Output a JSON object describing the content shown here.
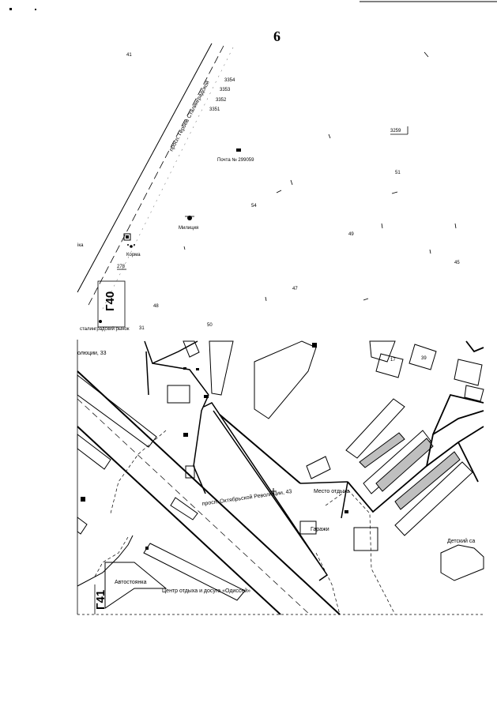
{
  "page": {
    "number": "6"
  },
  "top_map": {
    "street": "просп. Героев Сталинградской",
    "grid_label": "Г40",
    "post_office": "Почта № 299059",
    "police": "Милиция",
    "feed_shop": "Корма",
    "market": "сталинградский рынок",
    "edge_label_left": "іка",
    "numbers": [
      "41",
      "3354",
      "3353",
      "3352",
      "3351",
      "3259",
      "51",
      "54",
      "49",
      "45",
      "278",
      "47",
      "48",
      "50",
      "31"
    ],
    "icons": [
      "post-icon",
      "police-icon",
      "bus-stop-icon",
      "paw-icon",
      "market-icon"
    ]
  },
  "bottom_map": {
    "grid_label": "Г41",
    "street_top": "олюции, 33",
    "main_address": "просп. Октябрьской Революции, 43",
    "rest_place": "Место отдыха",
    "garages": "Гаражи",
    "kindergarten": "Детский са",
    "parking": "Автостоянка",
    "leisure_center": "Центр отдыха и досуга «Одиссей»",
    "house_numbers": [
      "17",
      "39"
    ],
    "icons": [
      "fuel-icon",
      "crosshair-icon",
      "square-icon"
    ]
  }
}
